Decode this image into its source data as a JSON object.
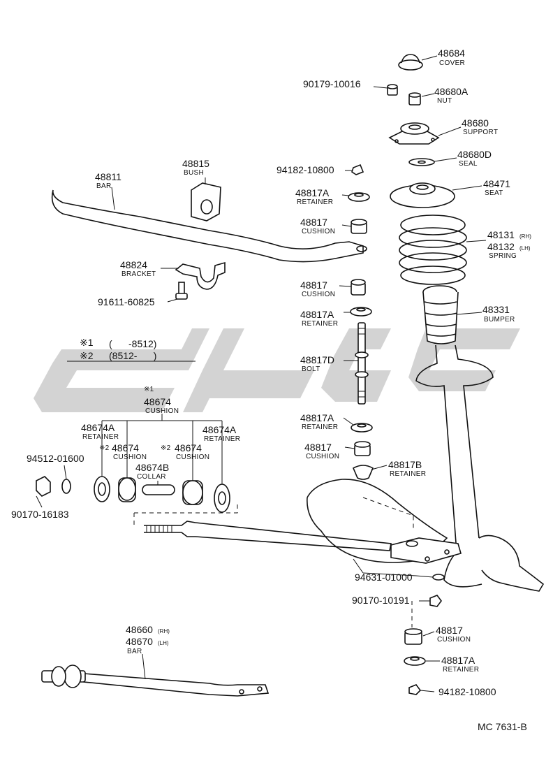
{
  "watermark_color": "#d3d3d3",
  "parts": {
    "p48684": {
      "number": "48684",
      "name": "COVER"
    },
    "p90179": {
      "number": "90179-10016"
    },
    "p48680A": {
      "number": "48680A",
      "name": "NUT"
    },
    "p48680": {
      "number": "48680",
      "name": "SUPPORT"
    },
    "p48680D": {
      "number": "48680D",
      "name": "SEAL"
    },
    "p94182_top": {
      "number": "94182-10800"
    },
    "p48471": {
      "number": "48471",
      "name": "SEAT"
    },
    "p48811": {
      "number": "48811",
      "name": "BAR"
    },
    "p48815": {
      "number": "48815",
      "name": "BUSH"
    },
    "p48817A_1": {
      "number": "48817A",
      "name": "RETAINER"
    },
    "p48817_1": {
      "number": "48817",
      "name": "CUSHION"
    },
    "p48131": {
      "number": "48131",
      "suffix": "(RH)"
    },
    "p48132": {
      "number": "48132",
      "suffix": "(LH)",
      "name": "SPRING"
    },
    "p48824": {
      "number": "48824",
      "name": "BRACKET"
    },
    "p91611": {
      "number": "91611-60825"
    },
    "p48817_2": {
      "number": "48817",
      "name": "CUSHION"
    },
    "p48331": {
      "number": "48331",
      "name": "BUMPER"
    },
    "p48817A_2": {
      "number": "48817A",
      "name": "RETAINER"
    },
    "p48817D": {
      "number": "48817D",
      "name": "BOLT"
    },
    "p48674": {
      "mark": "※1",
      "number": "48674",
      "name": "CUSHION"
    },
    "p48674A_l": {
      "number": "48674A",
      "name": "RETAINER"
    },
    "p48674A_r": {
      "number": "48674A",
      "name": "RETAINER"
    },
    "p48674_l": {
      "mark": "※2",
      "number": "48674",
      "name": "CUSHION"
    },
    "p48674_r": {
      "mark": "※2",
      "number": "48674",
      "name": "CUSHION"
    },
    "p48674B": {
      "number": "48674B",
      "name": "COLLAR"
    },
    "p94512": {
      "number": "94512-01600"
    },
    "p90170_16183": {
      "number": "90170-16183"
    },
    "p48817A_3": {
      "number": "48817A",
      "name": "RETAINER"
    },
    "p48817_3": {
      "number": "48817",
      "name": "CUSHION"
    },
    "p48817B": {
      "number": "48817B",
      "name": "RETAINER"
    },
    "p94631": {
      "number": "94631-01000"
    },
    "p90170_10191": {
      "number": "90170-10191"
    },
    "p48817_4": {
      "number": "48817",
      "name": "CUSHION"
    },
    "p48817A_4": {
      "number": "48817A",
      "name": "RETAINER"
    },
    "p94182_bot": {
      "number": "94182-10800"
    },
    "p48660": {
      "number": "48660",
      "suffix": "(RH)"
    },
    "p48670": {
      "number": "48670",
      "suffix": "(LH)",
      "name": "BAR"
    }
  },
  "legend": {
    "row1": {
      "mark": "※1",
      "range": "(      -8512)"
    },
    "row2": {
      "mark": "※2",
      "range": "(8512-      )"
    }
  },
  "footer": {
    "code": "MC 7631-B"
  }
}
